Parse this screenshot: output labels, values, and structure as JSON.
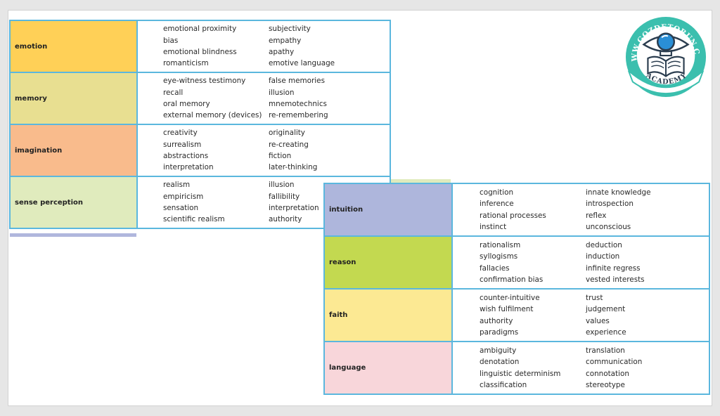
{
  "colors": {
    "border": "#5bb7de",
    "emotion": "#ffd057",
    "memory": "#e8df91",
    "imagination": "#f9bb8c",
    "sense_perception": "#e0ebbd",
    "intuition": "#aeb6dc",
    "reason": "#c3d950",
    "faith": "#fce993",
    "language": "#f8d6da",
    "logo_teal": "#3bbfae",
    "logo_blue": "#2a8fd6"
  },
  "logo": {
    "top_text": "WWW.GOZDETORUN.COM",
    "bottom_text": "ACADEMY"
  },
  "left_table": [
    {
      "label": "emotion",
      "terms": [
        [
          "emotional proximity",
          "subjectivity"
        ],
        [
          "bias",
          "empathy"
        ],
        [
          "emotional blindness",
          "apathy"
        ],
        [
          "romanticism",
          "emotive language"
        ]
      ]
    },
    {
      "label": "memory",
      "terms": [
        [
          "eye-witness testimony",
          "false memories"
        ],
        [
          "recall",
          "illusion"
        ],
        [
          "oral memory",
          "mnemotechnics"
        ],
        [
          "external memory (devices)",
          "re-remembering"
        ]
      ]
    },
    {
      "label": "imagination",
      "terms": [
        [
          "creativity",
          "originality"
        ],
        [
          "surrealism",
          "re-creating"
        ],
        [
          "abstractions",
          "fiction"
        ],
        [
          "interpretation",
          "later-thinking"
        ]
      ]
    },
    {
      "label": "sense perception",
      "terms": [
        [
          "realism",
          "illusion"
        ],
        [
          "empiricism",
          "fallibility"
        ],
        [
          "sensation",
          "interpretation"
        ],
        [
          "scientific realism",
          "authority"
        ]
      ]
    }
  ],
  "right_table": [
    {
      "label": "intuition",
      "terms": [
        [
          "cognition",
          "innate knowledge"
        ],
        [
          "inference",
          "introspection"
        ],
        [
          "rational processes",
          "reflex"
        ],
        [
          "instinct",
          "unconscious"
        ]
      ]
    },
    {
      "label": "reason",
      "terms": [
        [
          "rationalism",
          "deduction"
        ],
        [
          "syllogisms",
          "induction"
        ],
        [
          "fallacies",
          "infinite regress"
        ],
        [
          "confirmation bias",
          "vested interests"
        ]
      ]
    },
    {
      "label": "faith",
      "terms": [
        [
          "counter-intuitive",
          "trust"
        ],
        [
          "wish fulfilment",
          "judgement"
        ],
        [
          "authority",
          "values"
        ],
        [
          "paradigms",
          "experience"
        ]
      ]
    },
    {
      "label": "language",
      "terms": [
        [
          "ambiguity",
          "translation"
        ],
        [
          "denotation",
          "communication"
        ],
        [
          "linguistic determinism",
          "connotation"
        ],
        [
          "classification",
          "stereotype"
        ]
      ]
    }
  ]
}
